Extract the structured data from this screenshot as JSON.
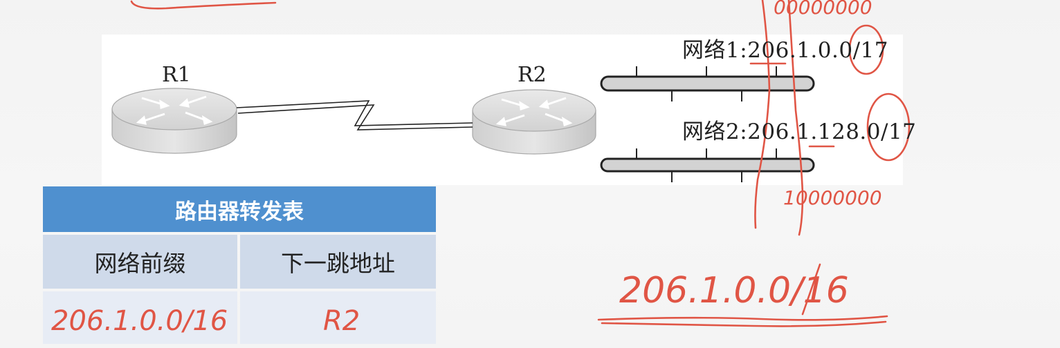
{
  "diagram": {
    "routers": [
      {
        "id": "r1",
        "label": "R1"
      },
      {
        "id": "r2",
        "label": "R2"
      }
    ],
    "networks": [
      {
        "id": "net1",
        "label": "网络1:206.1.0.0/17"
      },
      {
        "id": "net2",
        "label": "网络2:206.1.128.0/17"
      }
    ]
  },
  "table": {
    "title": "路由器转发表",
    "headers": [
      "网络前缀",
      "下一跳地址"
    ],
    "rows": [
      {
        "prefix": "206.1.0.0/16",
        "next_hop": "R2"
      }
    ]
  },
  "annotations": {
    "binary_1": "00000000",
    "binary_2": "10000000",
    "aggregate": "206.1.0.0/16"
  },
  "colors": {
    "table_header": "#4f90cf",
    "table_cell": "#cfdaea",
    "handwriting": "#e05545"
  }
}
